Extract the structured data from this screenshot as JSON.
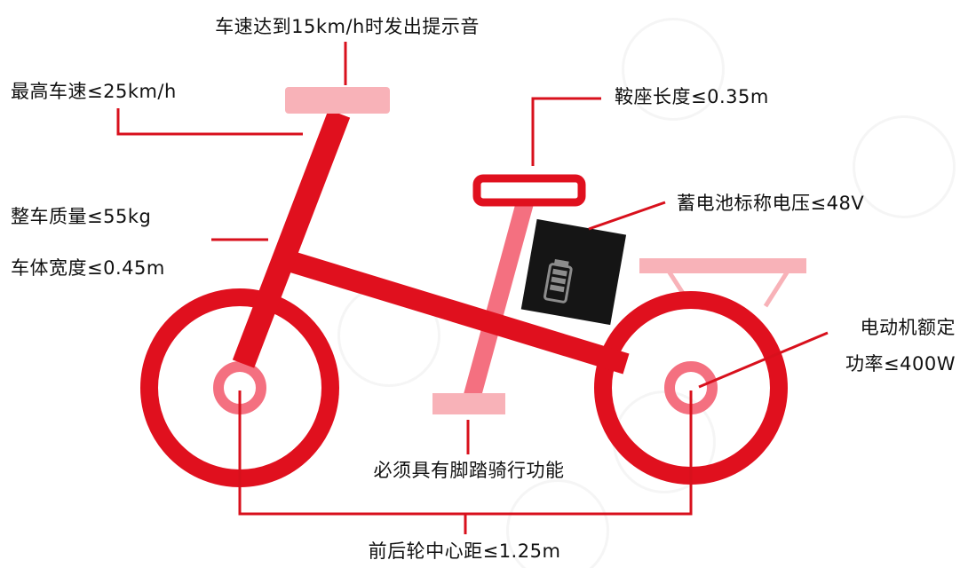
{
  "colors": {
    "frame": "#e0101e",
    "frame_light": "#f47080",
    "pedal_pale": "#f8b2b8",
    "battery": "#151515",
    "battery_icon": "#8c8c8c",
    "line": "#d8101c",
    "text": "#111111"
  },
  "labels": {
    "speed_alert": "车速达到15km/h时发出提示音",
    "max_speed": "最高车速≤25km/h",
    "saddle_length": "鞍座长度≤0.35m",
    "battery_voltage": "蓄电池标称电压≤48V",
    "total_weight": "整车质量≤55kg",
    "body_width": "车体宽度≤0.45m",
    "motor_power_line1": "电动机额定",
    "motor_power_line2": "功率≤400W",
    "pedal_function": "必须具有脚踏骑行功能",
    "wheelbase": "前后轮中心距≤1.25m"
  },
  "icons": {
    "battery_icon": "battery-icon"
  }
}
